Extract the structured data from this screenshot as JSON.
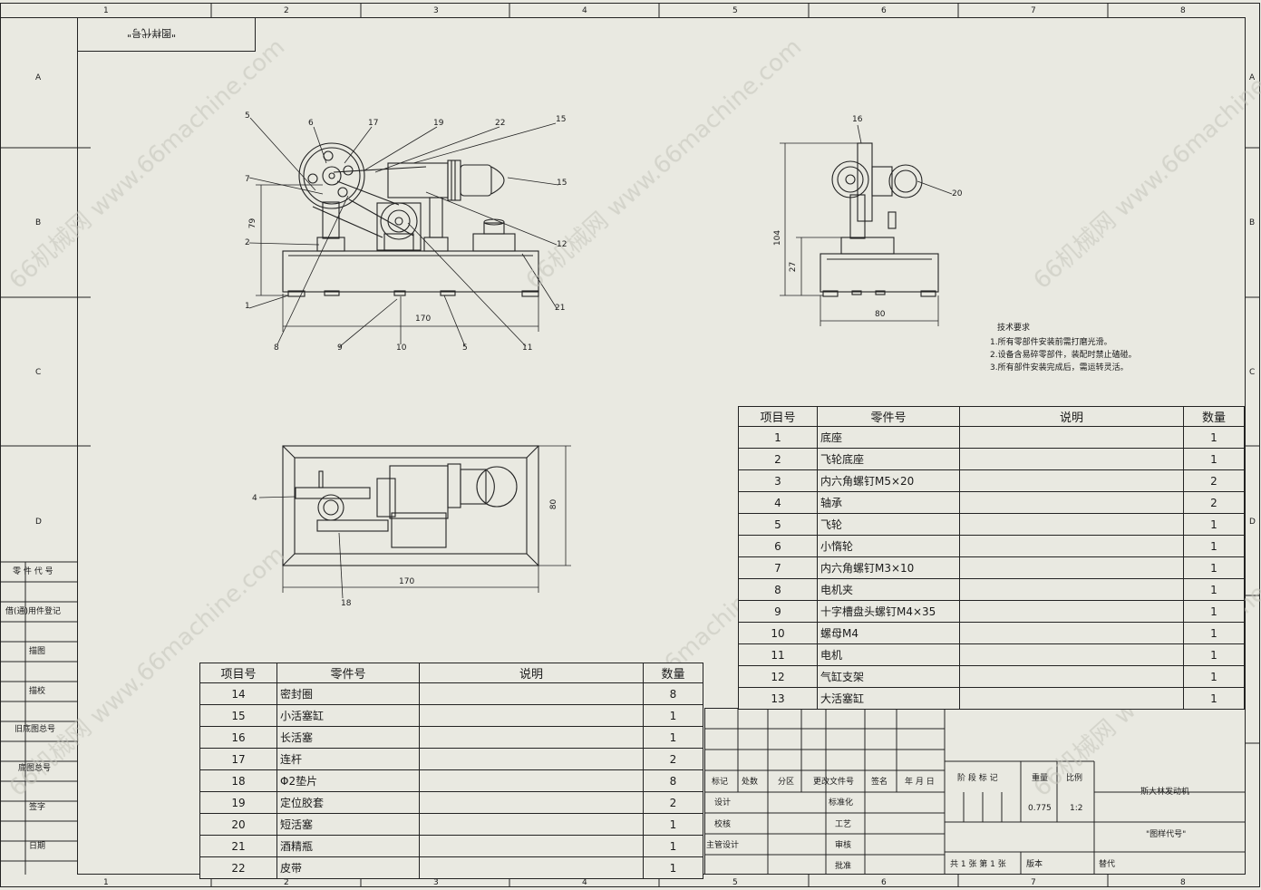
{
  "drawing": {
    "code_box": "\"图样代号\"",
    "zone_cols": [
      "1",
      "2",
      "3",
      "4",
      "5",
      "6",
      "7",
      "8"
    ],
    "zone_rows": [
      "A",
      "B",
      "C",
      "D"
    ],
    "left_strip": [
      "零 件 代 号",
      "借(通)用件登记",
      "描图",
      "描校",
      "旧底图总号",
      "底图总号",
      "签字",
      "日期"
    ],
    "tech_req": {
      "title": "技术要求",
      "lines": [
        "1.所有零部件安装前需打磨光滑。",
        "2.设备含易碎零部件，装配时禁止磕碰。",
        "3.所有部件安装完成后，需运转灵活。"
      ]
    },
    "front_view": {
      "callouts_top": [
        "5",
        "6",
        "17",
        "19",
        "22",
        "15"
      ],
      "callouts_side_left": [
        "7",
        "2",
        "1"
      ],
      "callouts_side_right": [
        "15",
        "12",
        "21"
      ],
      "callouts_bottom": [
        "8",
        "9",
        "10",
        "5",
        "11"
      ],
      "dim_height": "79",
      "dim_length": "170"
    },
    "side_view": {
      "callouts": [
        "16",
        "20"
      ],
      "dim_height_total": "104",
      "dim_height_base": "27",
      "dim_width": "80"
    },
    "top_view": {
      "callouts": [
        "4",
        "18"
      ],
      "dim_length": "170",
      "dim_width": "80"
    }
  },
  "bom_headers": {
    "item": "项目号",
    "part": "零件号",
    "desc": "说明",
    "qty": "数量"
  },
  "bom_right": [
    {
      "no": "1",
      "name": "底座",
      "qty": "1"
    },
    {
      "no": "2",
      "name": "飞轮底座",
      "qty": "1"
    },
    {
      "no": "3",
      "name": "内六角螺钉M5×20",
      "qty": "2"
    },
    {
      "no": "4",
      "name": "轴承",
      "qty": "2"
    },
    {
      "no": "5",
      "name": "飞轮",
      "qty": "1"
    },
    {
      "no": "6",
      "name": "小惰轮",
      "qty": "1"
    },
    {
      "no": "7",
      "name": "内六角螺钉M3×10",
      "qty": "1"
    },
    {
      "no": "8",
      "name": "电机夹",
      "qty": "1"
    },
    {
      "no": "9",
      "name": "十字槽盘头螺钉M4×35",
      "qty": "1"
    },
    {
      "no": "10",
      "name": "螺母M4",
      "qty": "1"
    },
    {
      "no": "11",
      "name": "电机",
      "qty": "1"
    },
    {
      "no": "12",
      "name": "气缸支架",
      "qty": "1"
    },
    {
      "no": "13",
      "name": "大活塞缸",
      "qty": "1"
    }
  ],
  "bom_left": [
    {
      "no": "14",
      "name": "密封圈",
      "qty": "8"
    },
    {
      "no": "15",
      "name": "小活塞缸",
      "qty": "1"
    },
    {
      "no": "16",
      "name": "长活塞",
      "qty": "1"
    },
    {
      "no": "17",
      "name": "连杆",
      "qty": "2"
    },
    {
      "no": "18",
      "name": "Φ2垫片",
      "qty": "8"
    },
    {
      "no": "19",
      "name": "定位胶套",
      "qty": "2"
    },
    {
      "no": "20",
      "name": "短活塞",
      "qty": "1"
    },
    {
      "no": "21",
      "name": "酒精瓶",
      "qty": "1"
    },
    {
      "no": "22",
      "name": "皮带",
      "qty": "1"
    }
  ],
  "title_block": {
    "rev_headers": [
      "标记",
      "处数",
      "分区",
      "更改文件号",
      "签名",
      "年 月 日"
    ],
    "roles": [
      "设计",
      "校核",
      "主管设计"
    ],
    "roles2": [
      "标准化",
      "工艺",
      "审核",
      "批准"
    ],
    "stage_headers": [
      "阶 段 标 记",
      "重量",
      "比例"
    ],
    "weight": "0.775",
    "scale": "1:2",
    "drawing_name": "斯大林发动机",
    "drawing_code": "\"图样代号\"",
    "sheet_info": "共 1 张   第 1 张",
    "version": "版本",
    "replace": "替代"
  },
  "watermark": "66机械网 www.66machine.com"
}
